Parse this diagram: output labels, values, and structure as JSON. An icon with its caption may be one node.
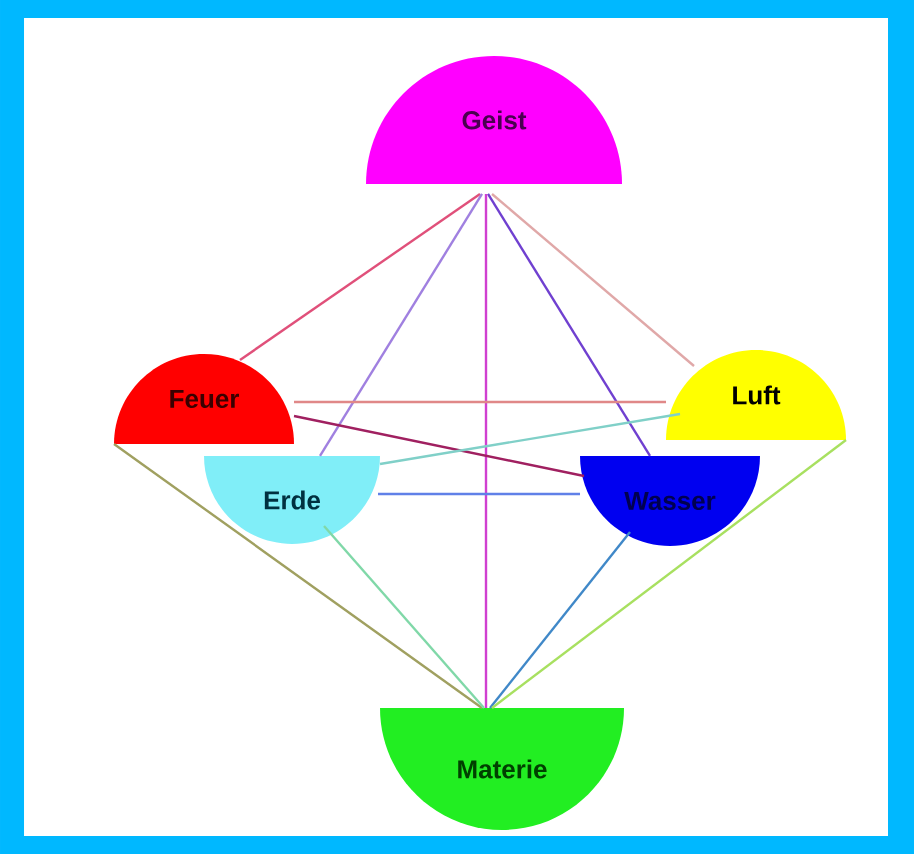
{
  "diagram": {
    "nodes": [
      {
        "text": [
          "Geist"
        ]
      },
      {
        "text": [
          "Feuer"
        ]
      },
      {
        "text": [
          "Luft"
        ]
      },
      {
        "text": [
          "Erde"
        ]
      },
      {
        "text": [
          "Wasser"
        ]
      },
      {
        "text": [
          "Materie"
        ]
      }
    ],
    "edges": [
      {
        "from": 0,
        "to": 1,
        "arrow": "none",
        "color": "#e0507a"
      },
      {
        "from": 0,
        "to": 3,
        "arrow": "none",
        "color": "#a080e0"
      },
      {
        "from": 0,
        "to": 5,
        "arrow": "none",
        "color": "#d040d0"
      },
      {
        "from": 0,
        "to": 4,
        "arrow": "none",
        "color": "#7040d0"
      },
      {
        "from": 0,
        "to": 2,
        "arrow": "none",
        "color": "#e0a8a8"
      },
      {
        "from": 1,
        "to": 2,
        "arrow": "none",
        "color": "#e08888"
      },
      {
        "from": 1,
        "to": 4,
        "arrow": "none",
        "color": "#a02060"
      },
      {
        "from": 3,
        "to": 2,
        "arrow": "none",
        "color": "#80d0c8"
      },
      {
        "from": 3,
        "to": 4,
        "arrow": "none",
        "color": "#6080e8"
      },
      {
        "from": 1,
        "to": 5,
        "arrow": "none",
        "color": "#a0a060"
      },
      {
        "from": 3,
        "to": 5,
        "arrow": "none",
        "color": "#80d8a8"
      },
      {
        "from": 4,
        "to": 5,
        "arrow": "none",
        "color": "#4088c8"
      },
      {
        "from": 2,
        "to": 5,
        "arrow": "none",
        "color": "#a8e060"
      }
    ]
  }
}
